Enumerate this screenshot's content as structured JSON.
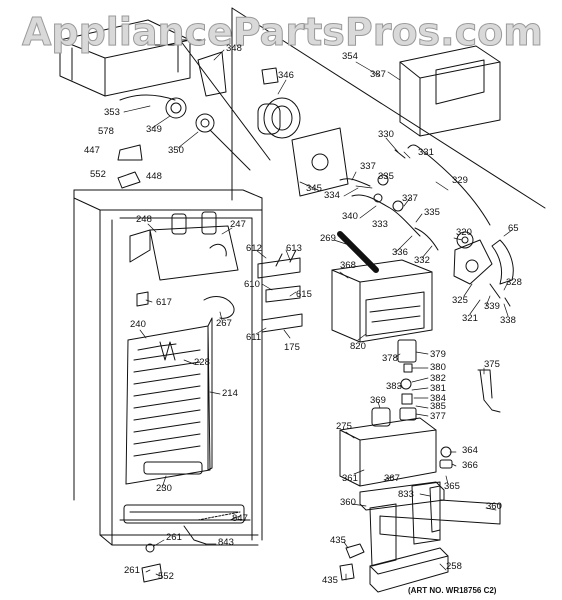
{
  "watermark": "AppliancePartsPros.com",
  "art_number": "(ART NO. WR18756 C2)",
  "callouts": [
    {
      "key": "c348",
      "text": "348"
    },
    {
      "key": "c354",
      "text": "354"
    },
    {
      "key": "c387",
      "text": "387"
    },
    {
      "key": "c346",
      "text": "346"
    },
    {
      "key": "c353",
      "text": "353"
    },
    {
      "key": "c349",
      "text": "349"
    },
    {
      "key": "c578",
      "text": "578"
    },
    {
      "key": "c447",
      "text": "447"
    },
    {
      "key": "c350",
      "text": "350"
    },
    {
      "key": "c552a",
      "text": "552"
    },
    {
      "key": "c448",
      "text": "448"
    },
    {
      "key": "c330",
      "text": "330"
    },
    {
      "key": "c331",
      "text": "331"
    },
    {
      "key": "c337a",
      "text": "337"
    },
    {
      "key": "c335a",
      "text": "335"
    },
    {
      "key": "c345",
      "text": "345"
    },
    {
      "key": "c334",
      "text": "334"
    },
    {
      "key": "c340",
      "text": "340"
    },
    {
      "key": "c329",
      "text": "329"
    },
    {
      "key": "c333",
      "text": "333"
    },
    {
      "key": "c337b",
      "text": "337"
    },
    {
      "key": "c335b",
      "text": "335"
    },
    {
      "key": "c248",
      "text": "248"
    },
    {
      "key": "c247",
      "text": "247"
    },
    {
      "key": "c612",
      "text": "612"
    },
    {
      "key": "c613",
      "text": "613"
    },
    {
      "key": "c269",
      "text": "269"
    },
    {
      "key": "c336",
      "text": "336"
    },
    {
      "key": "c332",
      "text": "332"
    },
    {
      "key": "c320",
      "text": "320"
    },
    {
      "key": "c65",
      "text": "65"
    },
    {
      "key": "c368",
      "text": "368"
    },
    {
      "key": "c610",
      "text": "610"
    },
    {
      "key": "c615",
      "text": "615"
    },
    {
      "key": "c617",
      "text": "617"
    },
    {
      "key": "c267",
      "text": "267"
    },
    {
      "key": "c611",
      "text": "611"
    },
    {
      "key": "c328",
      "text": "328"
    },
    {
      "key": "c325",
      "text": "325"
    },
    {
      "key": "c339",
      "text": "339"
    },
    {
      "key": "c321",
      "text": "321"
    },
    {
      "key": "c338",
      "text": "338"
    },
    {
      "key": "c240",
      "text": "240"
    },
    {
      "key": "c175",
      "text": "175"
    },
    {
      "key": "c820",
      "text": "820"
    },
    {
      "key": "c228",
      "text": "228"
    },
    {
      "key": "c378",
      "text": "378"
    },
    {
      "key": "c379",
      "text": "379"
    },
    {
      "key": "c380",
      "text": "380"
    },
    {
      "key": "c382",
      "text": "382"
    },
    {
      "key": "c375",
      "text": "375"
    },
    {
      "key": "c383",
      "text": "383"
    },
    {
      "key": "c381",
      "text": "381"
    },
    {
      "key": "c214",
      "text": "214"
    },
    {
      "key": "c384",
      "text": "384"
    },
    {
      "key": "c385",
      "text": "385"
    },
    {
      "key": "c369",
      "text": "369"
    },
    {
      "key": "c377",
      "text": "377"
    },
    {
      "key": "c275",
      "text": "275"
    },
    {
      "key": "c364",
      "text": "364"
    },
    {
      "key": "c366",
      "text": "366"
    },
    {
      "key": "c361",
      "text": "361"
    },
    {
      "key": "c367",
      "text": "367"
    },
    {
      "key": "c365",
      "text": "365"
    },
    {
      "key": "c230",
      "text": "230"
    },
    {
      "key": "c833",
      "text": "833"
    },
    {
      "key": "c360a",
      "text": "360"
    },
    {
      "key": "c360b",
      "text": "360"
    },
    {
      "key": "c847",
      "text": "847"
    },
    {
      "key": "c261a",
      "text": "261"
    },
    {
      "key": "c843",
      "text": "843"
    },
    {
      "key": "c435a",
      "text": "435"
    },
    {
      "key": "c261b",
      "text": "261"
    },
    {
      "key": "c552b",
      "text": "552"
    },
    {
      "key": "c258",
      "text": "258"
    },
    {
      "key": "c435b",
      "text": "435"
    }
  ]
}
